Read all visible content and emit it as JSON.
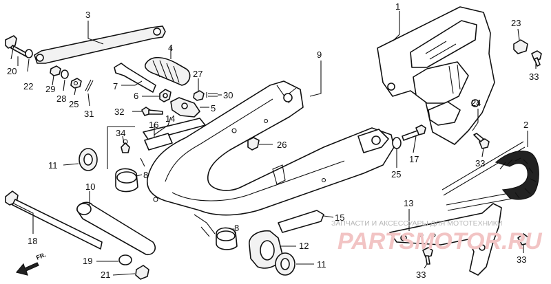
{
  "callouts": [
    {
      "id": "1",
      "text": "1"
    },
    {
      "id": "2",
      "text": "2"
    },
    {
      "id": "3",
      "text": "3"
    },
    {
      "id": "4",
      "text": "4"
    },
    {
      "id": "5",
      "text": "5"
    },
    {
      "id": "6",
      "text": "6"
    },
    {
      "id": "7",
      "text": "7"
    },
    {
      "id": "8a",
      "text": "8"
    },
    {
      "id": "8b",
      "text": "8"
    },
    {
      "id": "9",
      "text": "9"
    },
    {
      "id": "10",
      "text": "10"
    },
    {
      "id": "11a",
      "text": "11"
    },
    {
      "id": "11b",
      "text": "11"
    },
    {
      "id": "12",
      "text": "12"
    },
    {
      "id": "13",
      "text": "13"
    },
    {
      "id": "14",
      "text": "14"
    },
    {
      "id": "15",
      "text": "15"
    },
    {
      "id": "16",
      "text": "16"
    },
    {
      "id": "17",
      "text": "17"
    },
    {
      "id": "18",
      "text": "18"
    },
    {
      "id": "19",
      "text": "19"
    },
    {
      "id": "20",
      "text": "20"
    },
    {
      "id": "21",
      "text": "21"
    },
    {
      "id": "22",
      "text": "22"
    },
    {
      "id": "23",
      "text": "23"
    },
    {
      "id": "24",
      "text": "24"
    },
    {
      "id": "25a",
      "text": "25"
    },
    {
      "id": "25b",
      "text": "25"
    },
    {
      "id": "26",
      "text": "26"
    },
    {
      "id": "27",
      "text": "27"
    },
    {
      "id": "28",
      "text": "28"
    },
    {
      "id": "29",
      "text": "29"
    },
    {
      "id": "30",
      "text": "30"
    },
    {
      "id": "31",
      "text": "31"
    },
    {
      "id": "32",
      "text": "32"
    },
    {
      "id": "33a",
      "text": "33"
    },
    {
      "id": "33b",
      "text": "33"
    },
    {
      "id": "33c",
      "text": "33"
    },
    {
      "id": "33d",
      "text": "33"
    },
    {
      "id": "34",
      "text": "34"
    }
  ],
  "direction_label": "FR.",
  "watermark": {
    "caption": "ЗАПЧАСТИ И АКСЕССУАРЫ ДЛЯ МОТОТЕХНИКИ",
    "brand": "PARTSMOTOR.RU"
  },
  "colors": {
    "ink": "#111111",
    "watermark_brand": "#f2c4c4",
    "watermark_caption": "#b8b8b8"
  }
}
